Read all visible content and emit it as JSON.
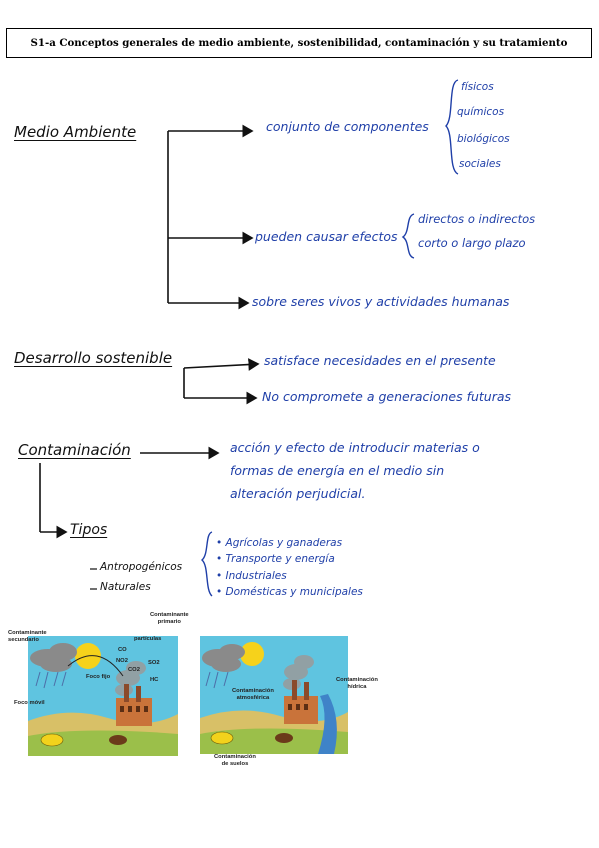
{
  "title": "S1-a Conceptos generales de medio ambiente, sostenibilidad, contaminación y su tratamiento",
  "medio_ambiente": {
    "heading": "Medio Ambiente",
    "branch1": {
      "text": "conjunto de componentes",
      "items": [
        "físicos",
        "químicos",
        "biológicos",
        "sociales"
      ]
    },
    "branch2": {
      "text": "pueden causar efectos",
      "items": [
        "directos o indirectos",
        "corto o largo plazo"
      ]
    },
    "branch3": {
      "text": "sobre seres vivos y actividades humanas"
    }
  },
  "desarrollo": {
    "heading": "Desarrollo sostenible",
    "items": [
      "satisface necesidades en el presente",
      "No compromete a generaciones futuras"
    ]
  },
  "contaminacion": {
    "heading": "Contaminación",
    "definition": [
      "acción y efecto de introducir materias o",
      "formas de energía en el medio sin",
      "alteración perjudicial."
    ],
    "tipos_label": "Tipos",
    "tipos": [
      "Antropogénicos",
      "Naturales"
    ],
    "fuentes": [
      "Agrícolas y ganaderas",
      "Transporte y energía",
      "Industriales",
      "Domésticas y municipales"
    ]
  },
  "illustration_left": {
    "labels": {
      "contaminante_secundario": "Contaminante secundario",
      "contaminante_primario": "Contaminante primario",
      "particulas": "partículas",
      "co": "CO",
      "no2": "NO2",
      "so2": "SO2",
      "co2": "CO2",
      "hc": "HC",
      "foco_fijo": "Foco fijo",
      "foco_movil": "Foco móvil"
    }
  },
  "illustration_right": {
    "labels": {
      "contaminacion_atmosferica": "Contaminación atmosférica",
      "contaminacion_hidrica": "Contaminación hídrica",
      "contaminacion_suelos": "Contaminación de suelos"
    }
  },
  "colors": {
    "ink_black": "#111111",
    "ink_blue": "#1f3fa8",
    "sky": "#5fc4e0",
    "ground": "#d8c067"
  }
}
